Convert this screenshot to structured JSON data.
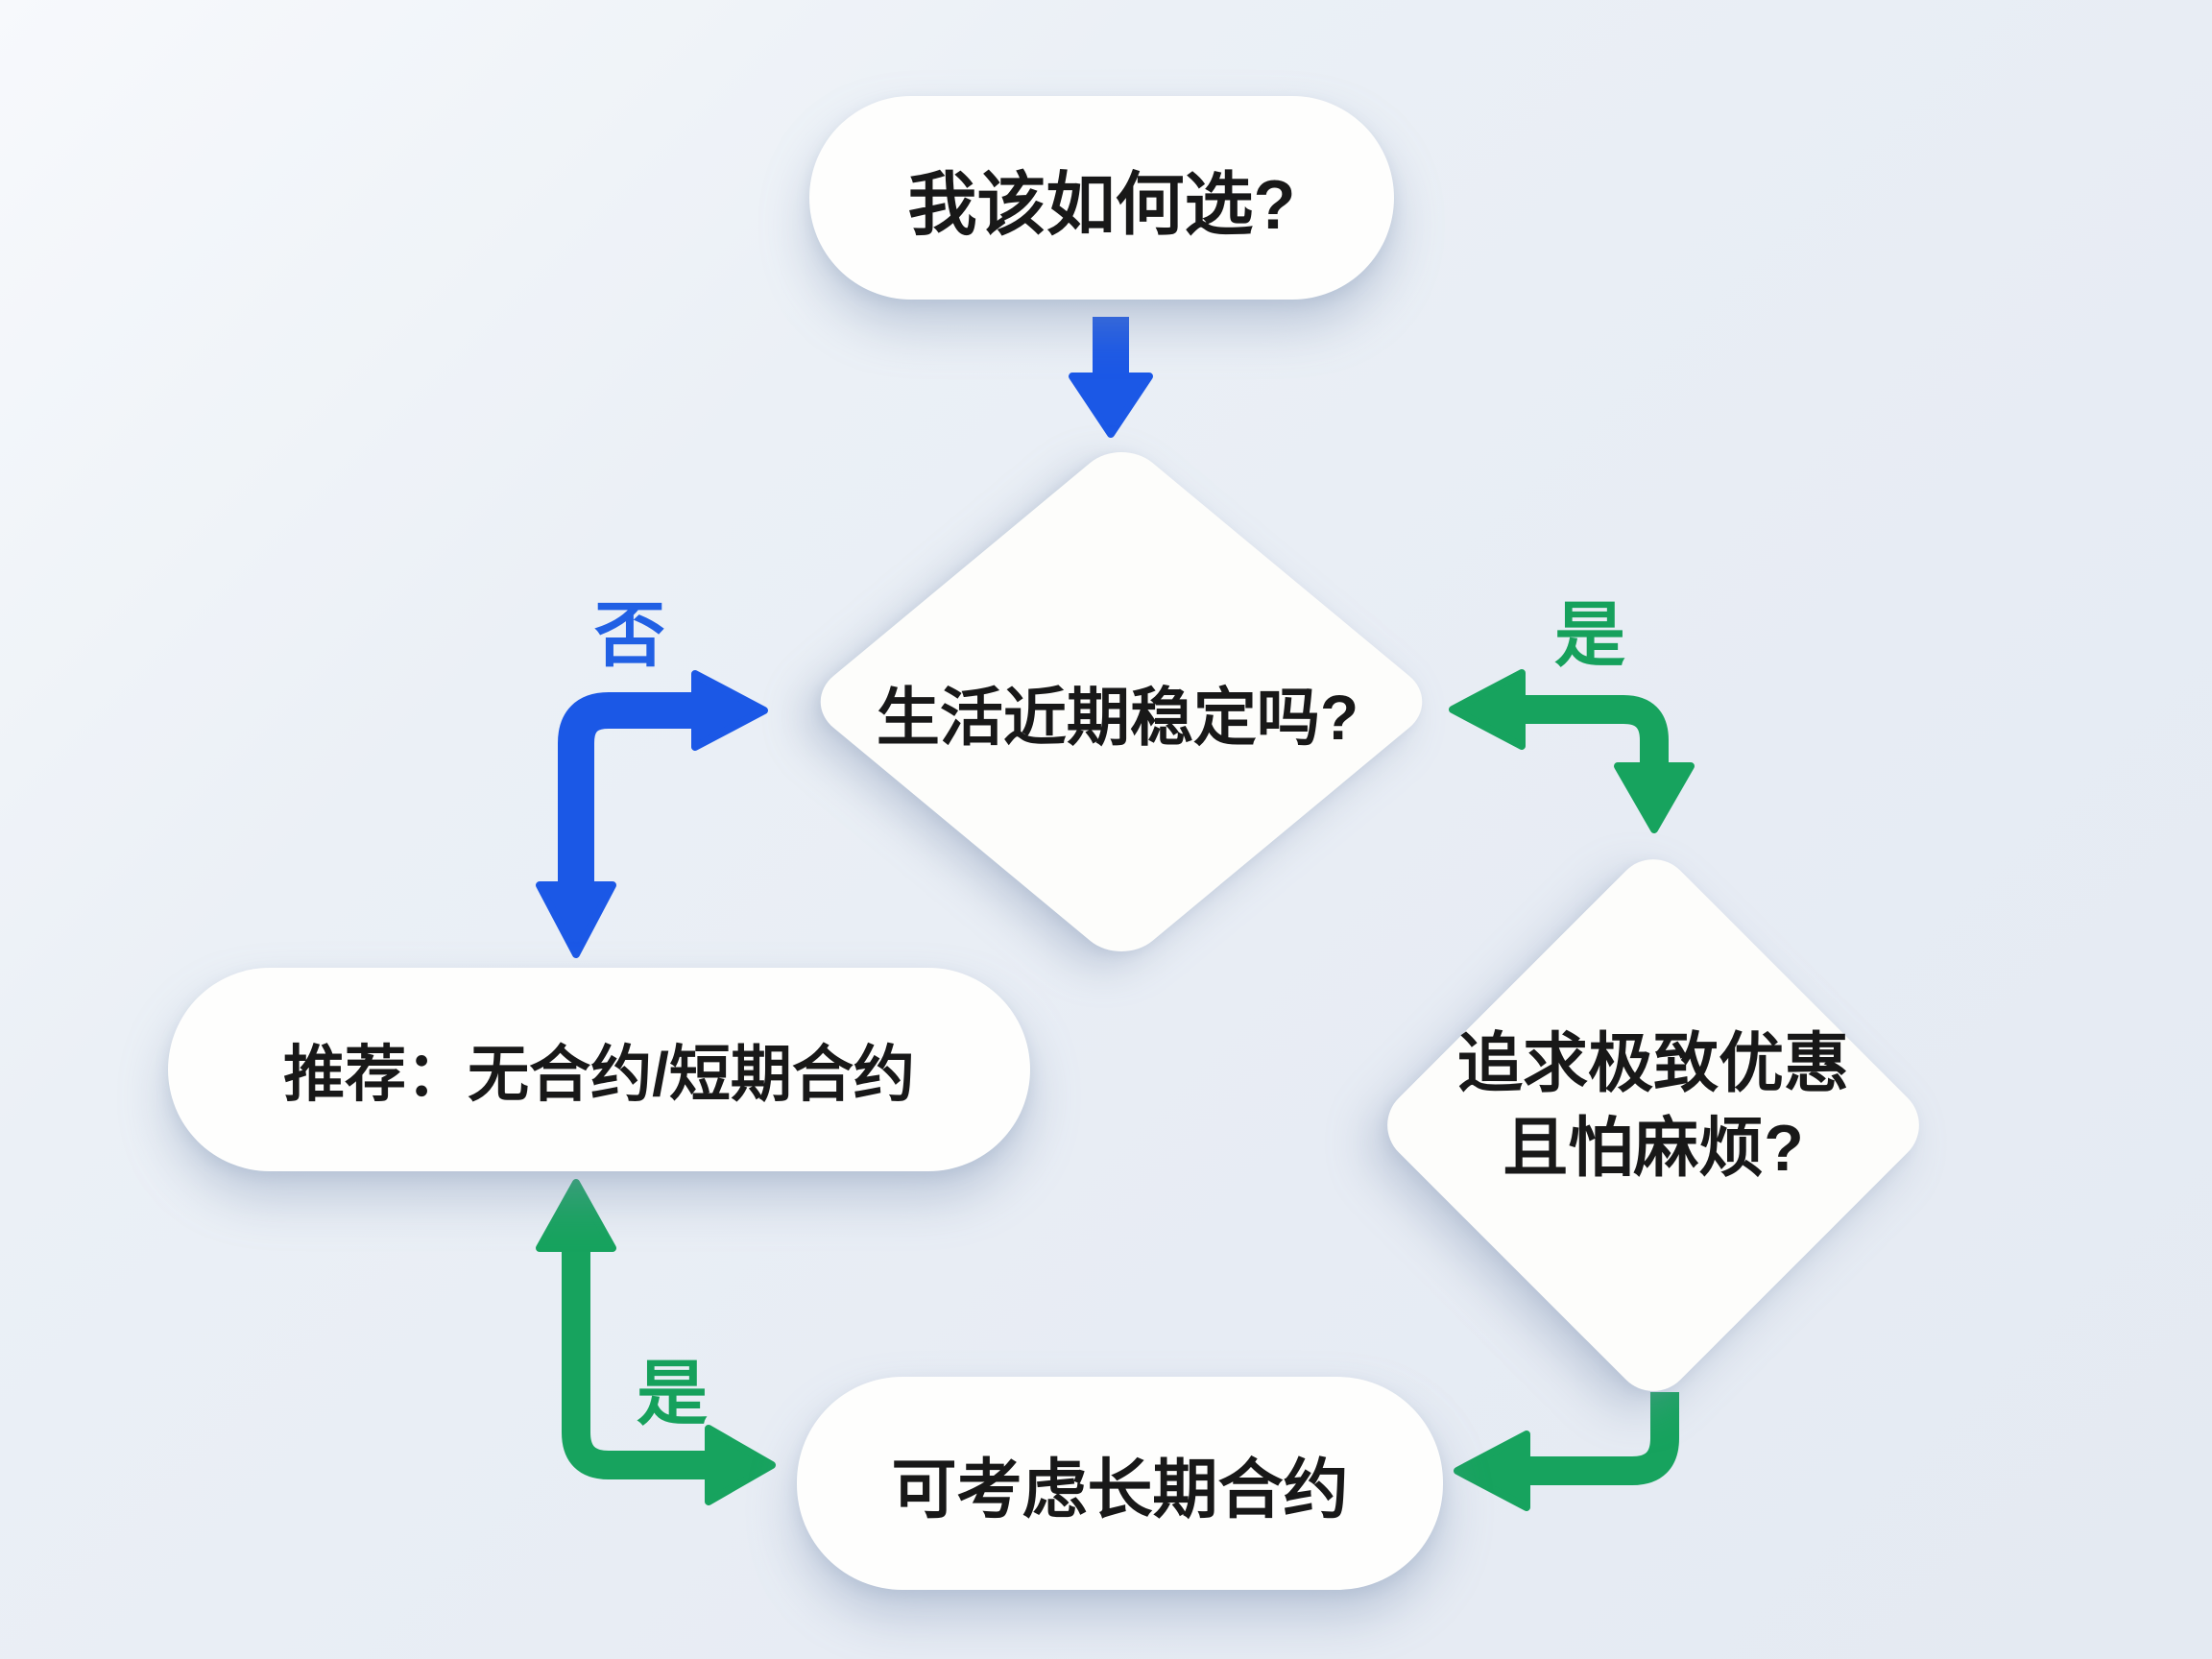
{
  "colors": {
    "arrow_blue": "#1b58e6",
    "arrow_green": "#17a35e",
    "node_fill": "#fefefd",
    "text": "#181818",
    "background": "#e9eef5"
  },
  "nodes": {
    "start": {
      "label": "我该如何选?"
    },
    "decision_stable": {
      "label": "生活近期稳定吗?"
    },
    "decision_discount": {
      "line1": "追求极致优惠",
      "line2": "且怕麻烦?"
    },
    "result_short": {
      "label": "推荐：无合约/短期合约"
    },
    "result_long": {
      "label": "可考虑长期合约"
    }
  },
  "edge_labels": {
    "no": {
      "label": "否"
    },
    "yes_right": {
      "label": "是"
    },
    "yes_bottom": {
      "label": "是"
    }
  }
}
